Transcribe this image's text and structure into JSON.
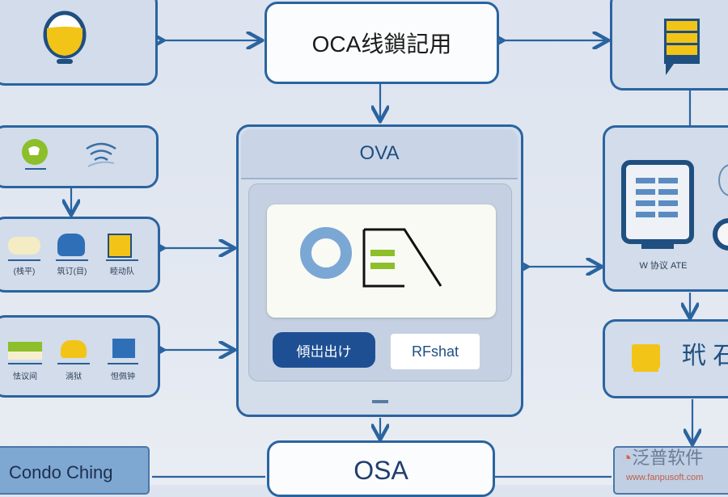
{
  "top_center": {
    "title": "OCA线鎖記用"
  },
  "center_panel": {
    "header": "OVA",
    "logo_text": "OCA",
    "primary_button": "傾岀出け",
    "secondary_button": "RFshat"
  },
  "left_row3": {
    "labels": [
      "(栈平)",
      "筑订(目)",
      "睦动队"
    ]
  },
  "left_row4": {
    "labels": [
      "怯议间",
      "淌狱",
      "怛佩钟"
    ]
  },
  "right_monitor": {
    "label": "W 协议 ATE"
  },
  "right_row3": {
    "text": "玳 石"
  },
  "bottom_center": {
    "title": "OSA"
  },
  "bottom_left": {
    "title": "Condo Ching"
  },
  "watermark": {
    "text": "泛普软件",
    "url": "www.fanpusoft.com"
  },
  "colors": {
    "line": "#2a64a0",
    "accent_yellow": "#f2c418",
    "accent_green": "#8cbf2a",
    "button_dark": "#1f4f93"
  }
}
